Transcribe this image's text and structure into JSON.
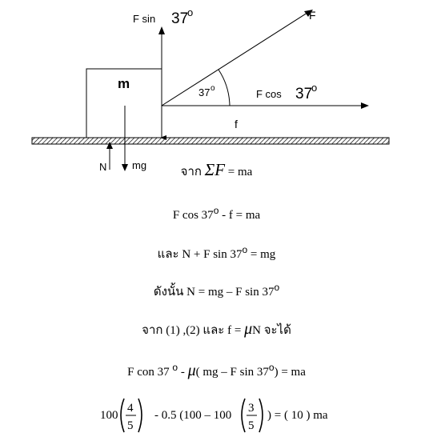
{
  "diagram": {
    "label_fsin": "F  sin",
    "label_fsin_angle": "37",
    "label_f": "F",
    "label_m": "m",
    "label_angle": "37",
    "label_fcos": "F  cos",
    "label_fcos_angle": "37",
    "label_friction": "f",
    "label_normal": "N",
    "label_weight": "mg",
    "degree_symbol": "o"
  },
  "equations": {
    "eq1_prefix": "จาก",
    "eq1_sigma": "ΣF",
    "eq1_rhs": "= ma",
    "eq2_a": "F cos  37",
    "eq2_b": " - f = ma",
    "eq3_a": "และ  N + F  sin 37",
    "eq3_b": " = mg",
    "eq4_a": "ดังนั้น  N  =  mg – F  sin  37",
    "eq5_a": "จาก (1) ,(2) และ f =",
    "eq5_mu": "μ",
    "eq5_b": "N  จะได้",
    "eq6_a": "F  con 37 ",
    "eq6_b": " - ",
    "eq6_mu": "μ",
    "eq6_c": "( mg – F sin 37",
    "eq6_d": ") = ma",
    "eq7_a": "100",
    "eq7_num1": "4",
    "eq7_den1": "5",
    "eq7_b": "- 0.5 (100 – 100",
    "eq7_num2": "3",
    "eq7_den2": "5",
    "eq7_c": ")  =  ( 10 ) ma"
  }
}
